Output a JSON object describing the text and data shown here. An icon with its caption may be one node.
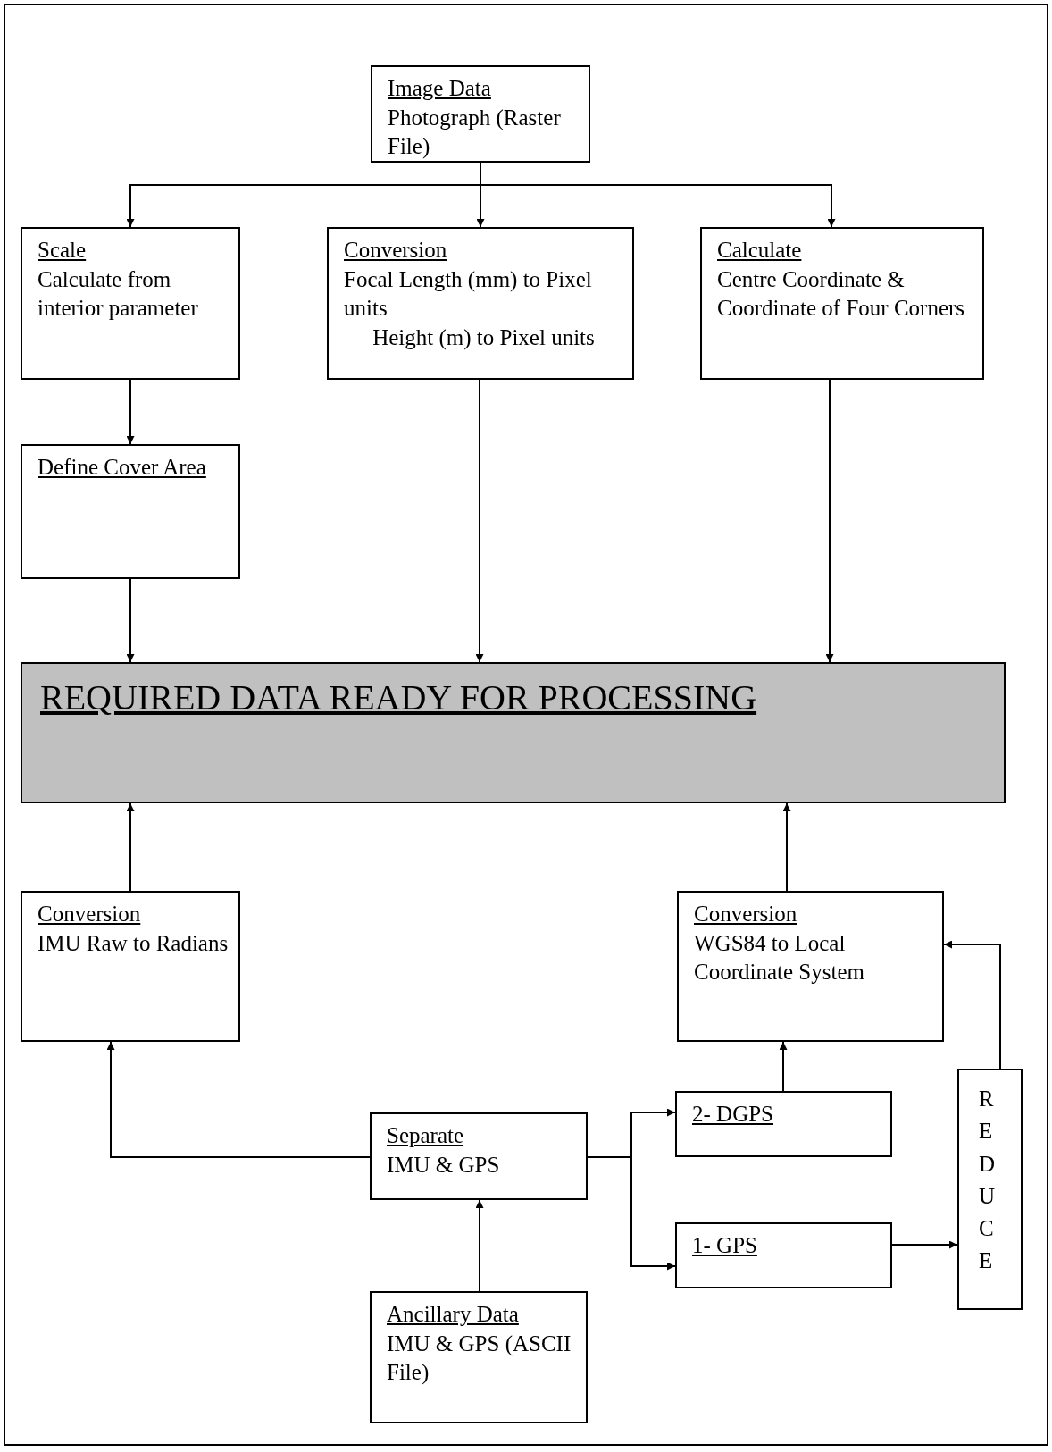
{
  "diagram": {
    "nodes": [
      {
        "text": [
          "Image Data",
          "Photograph (Raster File)"
        ]
      },
      {
        "text": [
          "Scale",
          "Calculate from interior parameter"
        ]
      },
      {
        "text": [
          "Conversion",
          "Focal Length (mm) to Pixel units",
          "Height (m) to Pixel units"
        ]
      },
      {
        "text": [
          "Calculate",
          "Centre Coordinate & Coordinate of Four Corners"
        ]
      },
      {
        "text": [
          "Define Cover Area"
        ]
      },
      {
        "text": [
          "REQUIRED DATA READY FOR PROCESSING"
        ]
      },
      {
        "text": [
          "Conversion",
          "IMU Raw to Radians"
        ]
      },
      {
        "text": [
          "Conversion",
          "WGS84 to Local Coordinate System"
        ]
      },
      {
        "text": [
          "Separate",
          "IMU & GPS"
        ]
      },
      {
        "text": [
          "2- DGPS"
        ]
      },
      {
        "text": [
          "1- GPS"
        ]
      },
      {
        "text": [
          "REDUCE"
        ]
      },
      {
        "text": [
          "Ancillary Data",
          "IMU & GPS (ASCII File)"
        ]
      }
    ],
    "edges": [
      {
        "from": 0,
        "to": 1,
        "arrow": "to"
      },
      {
        "from": 0,
        "to": 2,
        "arrow": "to"
      },
      {
        "from": 0,
        "to": 3,
        "arrow": "to"
      },
      {
        "from": 1,
        "to": 4,
        "arrow": "to"
      },
      {
        "from": 4,
        "to": 5,
        "arrow": "to"
      },
      {
        "from": 2,
        "to": 5,
        "arrow": "to"
      },
      {
        "from": 3,
        "to": 5,
        "arrow": "to"
      },
      {
        "from": 6,
        "to": 5,
        "arrow": "to"
      },
      {
        "from": 7,
        "to": 5,
        "arrow": "to"
      },
      {
        "from": 8,
        "to": 6,
        "arrow": "to"
      },
      {
        "from": 12,
        "to": 8,
        "arrow": "to"
      },
      {
        "from": 8,
        "to": 9,
        "arrow": "to"
      },
      {
        "from": 8,
        "to": 10,
        "arrow": "to"
      },
      {
        "from": 9,
        "to": 7,
        "arrow": "to"
      },
      {
        "from": 10,
        "to": 11,
        "arrow": "to"
      },
      {
        "from": 11,
        "to": 7,
        "arrow": "to"
      }
    ]
  }
}
